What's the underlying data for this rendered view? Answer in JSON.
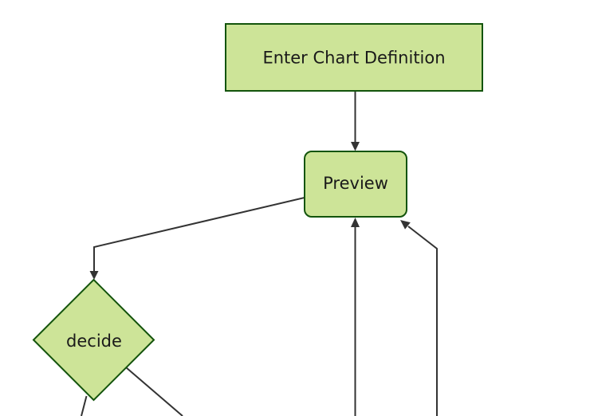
{
  "diagram": {
    "type": "flowchart",
    "orientation": "top-down",
    "nodes": [
      {
        "id": "enter-chart-definition",
        "label": "Enter Chart Definition",
        "shape": "rectangle"
      },
      {
        "id": "preview",
        "label": "Preview",
        "shape": "rounded-rectangle"
      },
      {
        "id": "decide",
        "label": "decide",
        "shape": "diamond"
      }
    ],
    "edges": [
      {
        "from": "enter-chart-definition",
        "to": "preview",
        "arrowhead": true
      },
      {
        "from": "preview",
        "to": "decide",
        "arrowhead": true
      },
      {
        "from": "offscreen-bottom-center",
        "to": "preview",
        "arrowhead": true
      },
      {
        "from": "offscreen-bottom-right",
        "to": "preview",
        "arrowhead": true
      },
      {
        "from": "decide",
        "to": "offscreen-bottom-left",
        "arrowhead": false
      },
      {
        "from": "decide",
        "to": "offscreen-bottom-right",
        "arrowhead": false
      }
    ],
    "theme": {
      "background": "#ffffff",
      "node_fill": "#cde498",
      "node_stroke": "#13540c",
      "edge_color": "#333333",
      "text_color": "#1a1a1a"
    }
  }
}
